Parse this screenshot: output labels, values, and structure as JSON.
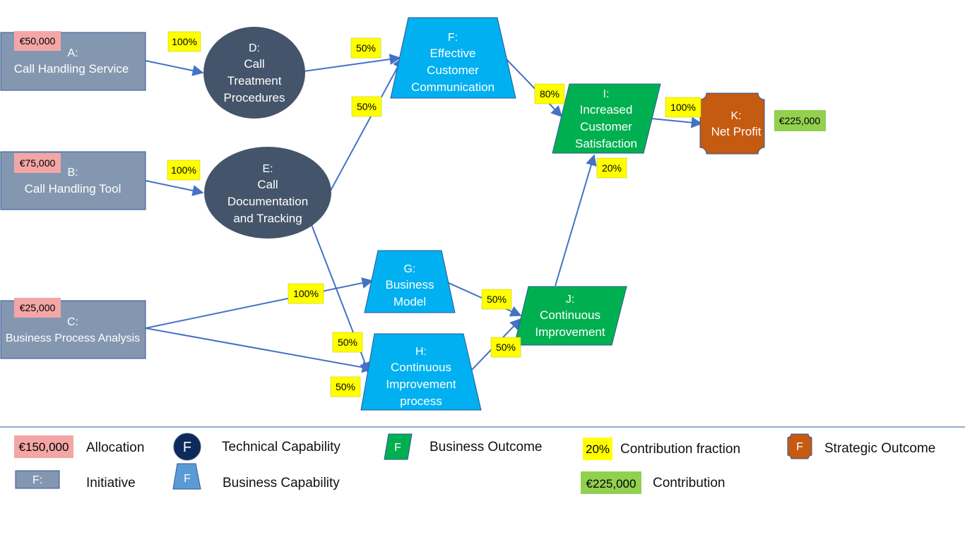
{
  "colors": {
    "initiative": "#8497b0",
    "initiative_stroke": "#2f5597",
    "technical": "#44546a",
    "business_cap": "#00b0f0",
    "outcome": "#00b050",
    "strategic": "#c55a11",
    "allocation": "#f4a6a6",
    "fraction": "#ffff00",
    "contribution": "#92d050",
    "edge": "#4472c4"
  },
  "nodes": {
    "A": {
      "lines": [
        "A:",
        "Call Handling Service"
      ],
      "allocation": "€50,000"
    },
    "B": {
      "lines": [
        "B:",
        "Call Handling Tool"
      ],
      "allocation": "€75,000"
    },
    "C": {
      "lines": [
        "C:",
        "Business Process Analysis"
      ],
      "allocation": "€25,000"
    },
    "D": {
      "lines": [
        "D:",
        "Call",
        "Treatment",
        "Procedures"
      ]
    },
    "E": {
      "lines": [
        "E:",
        "Call",
        "Documentation",
        "and Tracking"
      ]
    },
    "F": {
      "lines": [
        "F:",
        "Effective",
        "Customer",
        "Communication"
      ]
    },
    "G": {
      "lines": [
        "G:",
        "Business",
        "Model"
      ]
    },
    "H": {
      "lines": [
        "H:",
        "Continuous",
        "Improvement",
        "process"
      ]
    },
    "I": {
      "lines": [
        "I:",
        "Increased",
        "Customer",
        "Satisfaction"
      ]
    },
    "J": {
      "lines": [
        "J:",
        "Continuous",
        "Improvement"
      ]
    },
    "K": {
      "lines": [
        "K:",
        "Net Profit"
      ],
      "contribution": "€225,000"
    }
  },
  "edges": [
    {
      "from": "A",
      "to": "D",
      "fraction": "100%"
    },
    {
      "from": "B",
      "to": "E",
      "fraction": "100%"
    },
    {
      "from": "D",
      "to": "F",
      "fraction": "50%"
    },
    {
      "from": "E",
      "to": "F",
      "fraction": "50%"
    },
    {
      "from": "C",
      "to": "G",
      "fraction": "100%"
    },
    {
      "from": "C",
      "to": "H",
      "fraction": "50%"
    },
    {
      "from": "E",
      "to": "H",
      "fraction": "50%"
    },
    {
      "from": "F",
      "to": "I",
      "fraction": "80%"
    },
    {
      "from": "J",
      "to": "I",
      "fraction": "20%"
    },
    {
      "from": "G",
      "to": "J",
      "fraction": "50%"
    },
    {
      "from": "H",
      "to": "J",
      "fraction": "50%"
    },
    {
      "from": "I",
      "to": "K",
      "fraction": "100%"
    }
  ],
  "legend": {
    "allocation_sample": "€150,000",
    "allocation_label": "Allocation",
    "initiative_sample": "F:",
    "initiative_label": "Initiative",
    "technical_sample": "F",
    "technical_label": "Technical Capability",
    "business_cap_sample": "F",
    "business_cap_label": "Business Capability",
    "outcome_sample": "F",
    "outcome_label": "Business Outcome",
    "fraction_sample": "20%",
    "fraction_label": "Contribution fraction",
    "contribution_sample": "€225,000",
    "contribution_label": "Contribution",
    "strategic_sample": "F",
    "strategic_label": "Strategic Outcome"
  }
}
